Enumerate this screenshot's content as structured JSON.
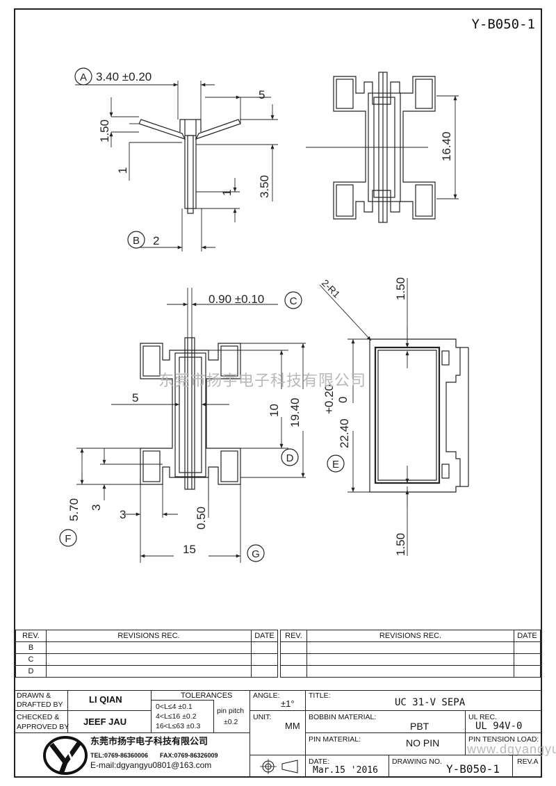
{
  "drawing_no_top": "Y-B050-1",
  "watermark": "东莞市扬宇电子科技有限公司",
  "watermark_url": "www.dgyangyu.cn",
  "dims": {
    "a_dim": "3.40 ±0.20",
    "a_ref": "A",
    "d5_top": "5",
    "d150_left": "1.50",
    "d1_left": "1",
    "d350": "3.50",
    "d1_right": "1",
    "b_ref": "B",
    "d2": "2",
    "d1640": "16.40",
    "d090": "0.90 ±0.10",
    "c_ref": "C",
    "d5_mid": "5",
    "d10": "10",
    "d1940": "19.40",
    "d_ref": "D",
    "d570": "5.70",
    "d3a": "3",
    "d3b": "3",
    "d050": "0.50",
    "d15": "15",
    "f_ref": "F",
    "g_ref": "G",
    "r1": "2-R1",
    "d150_top": "1.50",
    "d150_bottom": "1.50",
    "d2240": "22.40",
    "tol_plus": "+0.20",
    "tol_zero": "0",
    "e_ref": "E"
  },
  "revisions": {
    "rev_header": "REV.",
    "revisions_header": "REVISIONS   REC.",
    "date_header": "DATE",
    "rows": [
      "B",
      "C",
      "D"
    ]
  },
  "title_block": {
    "drawn_label_1": "DRAWN &",
    "drawn_label_2": "DRAFTED BY",
    "drawn_value": "LI QIAN",
    "checked_label_1": "CHECKED &",
    "checked_label_2": "APPROVED BY",
    "checked_value": "JEEF JAU",
    "tolerances_label": "TOLERANCES",
    "tol_row1": "0<L≤4    ±0.1",
    "tol_row2": "4<L≤16  ±0.2",
    "tol_row3": "16<L≤63 ±0.3",
    "pin_pitch_label": "pin pitch",
    "pin_pitch_value": "±0.2",
    "angle_label": "ANGLE:",
    "angle_value": "±1°",
    "unit_label": "UNIT:",
    "unit_value": "MM",
    "title_label": "TITLE:",
    "title_value": "UC 31-V SEPA",
    "bobbin_label": "BOBBIN MATERIAL:",
    "bobbin_value": "PBT",
    "ul_label": "UL REC.",
    "ul_value": "UL 94V-0",
    "pin_material_label": "PIN MATERIAL:",
    "pin_material_value": "NO PIN",
    "pin_tension_label": "PIN TENSION LOAD:",
    "date_label": "DATE:",
    "date_value": "Mar.15 '2016",
    "drawing_no_label": "DRAWING NO.",
    "drawing_no_value": "Y-B050-1",
    "rev_label": "REV.A",
    "company_name": "东莞市扬宇电子科技有限公司",
    "tel": "TEL:0769-86360006",
    "fax": "FAX:0769-86326009",
    "email": "E-mail:dgyangyu0801@163.com"
  },
  "colors": {
    "line": "#222222",
    "watermark": "#b8b8b8"
  }
}
